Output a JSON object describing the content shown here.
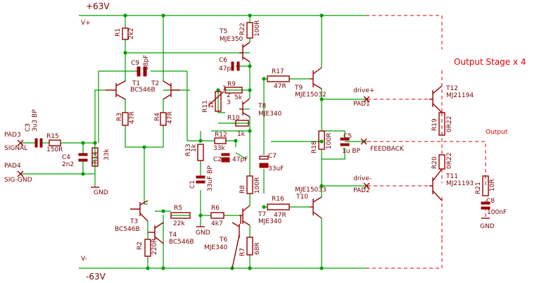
{
  "rails": {
    "pos_label": "+63V",
    "neg_label": "-63V",
    "v_plus": "V+",
    "v_minus": "V-"
  },
  "title": "Output Stage  x 4",
  "output_label": "Output",
  "pads": {
    "pad3": "PAD3",
    "signal": "SIGNAL",
    "pad4": "PAD4",
    "sig_gnd": "SIG-GND",
    "pad1": "PAD1",
    "drive_plus": "drive+",
    "pad2": "PAD2",
    "drive_minus": "drive-",
    "feedback": "FEEDBACK"
  },
  "gnd": "GND",
  "resistors": [
    {
      "name": "R1",
      "value": "2k2"
    },
    {
      "name": "R2",
      "value": "220R"
    },
    {
      "name": "R3",
      "value": "47R"
    },
    {
      "name": "R4",
      "value": "47R"
    },
    {
      "name": "R5",
      "value": "22k"
    },
    {
      "name": "R6",
      "value": "4k7"
    },
    {
      "name": "R7",
      "value": "68R"
    },
    {
      "name": "R8",
      "value": "100R"
    },
    {
      "name": "R9",
      "value": "5k"
    },
    {
      "name": "R10",
      "value": "1k"
    },
    {
      "name": "R11",
      "value": "1k"
    },
    {
      "name": "R12",
      "value": "33k"
    },
    {
      "name": "R13",
      "value": "1k"
    },
    {
      "name": "R14",
      "value": "33k"
    },
    {
      "name": "R15",
      "value": "150R"
    },
    {
      "name": "R16",
      "value": "47R"
    },
    {
      "name": "R17",
      "value": "47R"
    },
    {
      "name": "R18",
      "value": "100R"
    },
    {
      "name": "R19",
      "value": "0R22"
    },
    {
      "name": "R20",
      "value": "0R22"
    },
    {
      "name": "R21",
      "value": "10R"
    },
    {
      "name": "R22",
      "value": "100R"
    }
  ],
  "capacitors": [
    {
      "name": "C1",
      "value": "33uF BP"
    },
    {
      "name": "C2",
      "value": "47pF"
    },
    {
      "name": "C3",
      "value": "3u3 BP"
    },
    {
      "name": "C4",
      "value": "2n2"
    },
    {
      "name": "C5",
      "value": "1u BP"
    },
    {
      "name": "C6",
      "value": "47pF"
    },
    {
      "name": "C7",
      "value": "33uF"
    },
    {
      "name": "C8",
      "value": "100nF"
    },
    {
      "name": "C9",
      "value": "68pF"
    }
  ],
  "transistors": [
    {
      "name": "T1",
      "type": "BC546B"
    },
    {
      "name": "T2",
      "type": ""
    },
    {
      "name": "T3",
      "type": "BC546B"
    },
    {
      "name": "T4",
      "type": "BC546B"
    },
    {
      "name": "T5",
      "type": "MJE350"
    },
    {
      "name": "T6",
      "type": "MJE340"
    },
    {
      "name": "T7",
      "type": "MJE340"
    },
    {
      "name": "T8",
      "type": "MJE340"
    },
    {
      "name": "T9",
      "type": "MJE15032"
    },
    {
      "name": "T10",
      "type": "MJE15033"
    },
    {
      "name": "T11",
      "type": "MJ21193"
    },
    {
      "name": "T12",
      "type": "MJ21194"
    }
  ],
  "pot_pins": {
    "p1": "1",
    "p2": "2",
    "p3": "3"
  },
  "colors": {
    "wire": "#00a000",
    "component": "#9a0000",
    "label": "#7a0000",
    "dashed": "#e00000"
  }
}
